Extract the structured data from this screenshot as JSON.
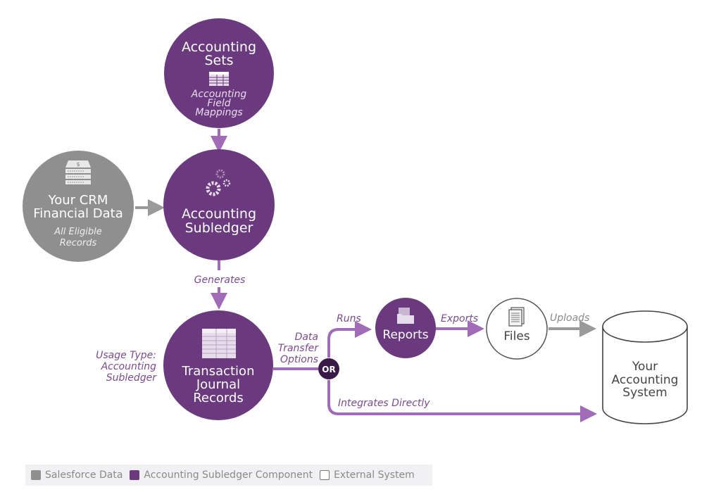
{
  "colors": {
    "purple": "#6b3a7e",
    "purple_arrow": "#a26bb8",
    "dark_purple": "#3a1a47",
    "gray": "#8f8f8f",
    "gray_arrow": "#9a9a9a",
    "label_purple": "#7a4b8f"
  },
  "nodes": {
    "accounting_sets": {
      "title_line1": "Accounting",
      "title_line2": "Sets",
      "icon": "table-icon",
      "sub_line1": "Accounting",
      "sub_line2": "Field",
      "sub_line3": "Mappings"
    },
    "crm_data": {
      "icon": "database-dollar-icon",
      "title_line1": "Your CRM",
      "title_line2": "Financial Data",
      "sub_line1": "All Eligible",
      "sub_line2": "Records"
    },
    "subledger": {
      "icon": "gears-icon",
      "title_line1": "Accounting",
      "title_line2": "Subledger"
    },
    "journal": {
      "icon": "table-icon",
      "title_line1": "Transaction",
      "title_line2": "Journal",
      "title_line3": "Records"
    },
    "or_badge": "OR",
    "reports": {
      "icon": "folder-icon",
      "title": "Reports"
    },
    "files": {
      "icon": "document-icon",
      "title": "Files"
    },
    "accounting_system": {
      "title_line1": "Your",
      "title_line2": "Accounting",
      "title_line3": "System"
    }
  },
  "labels": {
    "generates": "Generates",
    "usage_type_line1": "Usage Type:",
    "usage_type_line2": "Accounting",
    "usage_type_line3": "Subledger",
    "data_transfer_line1": "Data",
    "data_transfer_line2": "Transfer",
    "data_transfer_line3": "Options",
    "runs": "Runs",
    "exports": "Exports",
    "uploads": "Uploads",
    "integrates_directly": "Integrates Directly"
  },
  "legend": [
    {
      "label": "Salesforce Data",
      "swatch": "gray"
    },
    {
      "label": "Accounting Subledger Component",
      "swatch": "purple"
    },
    {
      "label": "External System",
      "swatch": "white"
    }
  ]
}
